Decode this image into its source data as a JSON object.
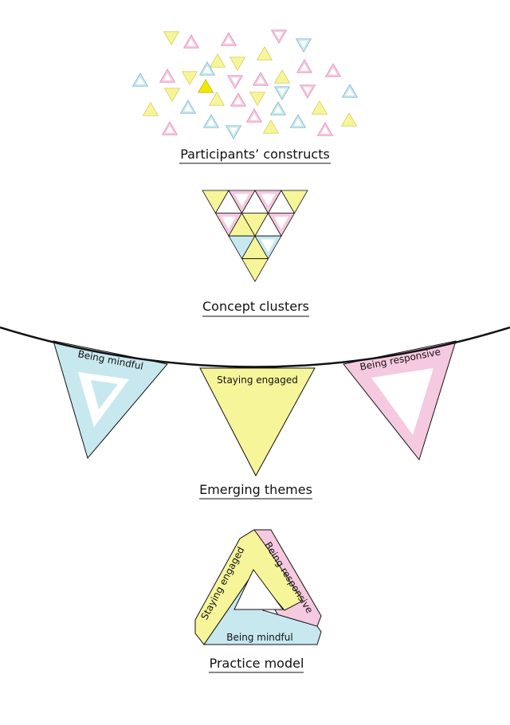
{
  "captions": {
    "constructs": "Participants’ constructs",
    "clusters": "Concept clusters",
    "themes": "Emerging themes",
    "model": "Practice model"
  },
  "themes": {
    "mindful": "Being mindful",
    "engaged": "Staying engaged",
    "responsive": "Being responsive"
  },
  "model": {
    "engaged": "Staying engaged",
    "responsive": "Being responsive",
    "mindful": "Being mindful"
  },
  "colors": {
    "yellow": "#f7f59a",
    "pink": "#f5c9df",
    "blue": "#c8e8ef",
    "bright_yellow": "#f3e800",
    "stroke": "#111111"
  }
}
